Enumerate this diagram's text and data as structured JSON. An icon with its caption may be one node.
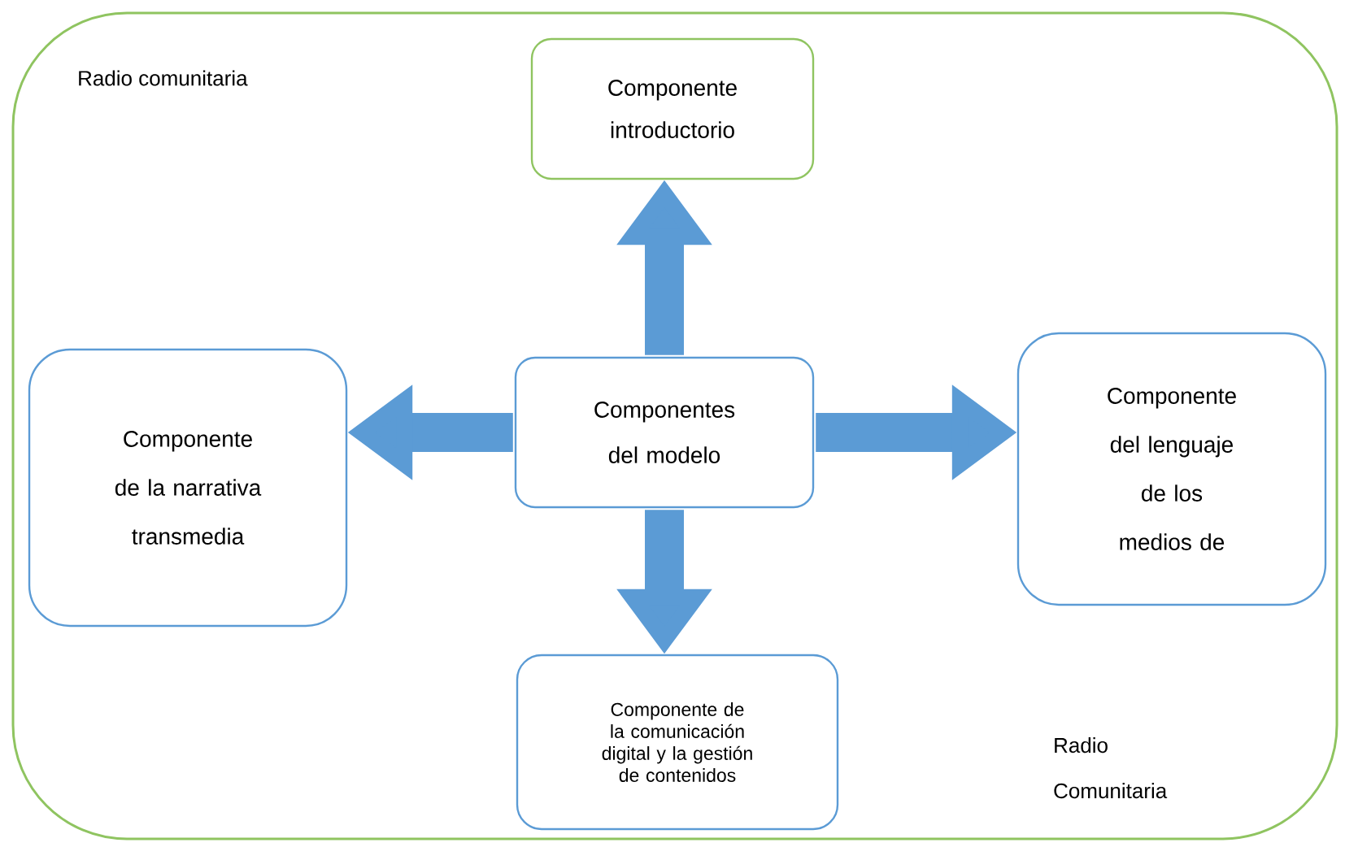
{
  "diagram": {
    "nodes": [
      {
        "text": [
          "Radio comunitaria",
          "Radio Comunitaria"
        ]
      },
      {
        "text": [
          "Componente introductorio"
        ],
        "in": 0
      },
      {
        "text": [
          "Componente de la narrativa transmedia"
        ],
        "in": 0
      },
      {
        "text": [
          "Componentes del modelo"
        ],
        "in": 0
      },
      {
        "text": [
          "Componente del lenguaje de los medios de"
        ],
        "in": 0
      },
      {
        "text": [
          "Componente de la comunicación digital y la gestión de contenidos"
        ],
        "in": 0
      }
    ],
    "edges": [
      {
        "from": 3,
        "to": 1,
        "arrow": "to"
      },
      {
        "from": 3,
        "to": 2,
        "arrow": "to"
      },
      {
        "from": 3,
        "to": 4,
        "arrow": "to"
      },
      {
        "from": 3,
        "to": 5,
        "arrow": "to"
      }
    ]
  }
}
